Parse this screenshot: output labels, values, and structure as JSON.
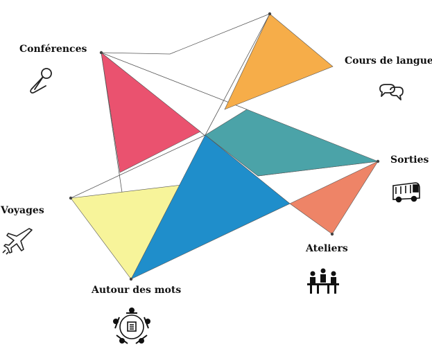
{
  "labels": {
    "conferences": "Conférences",
    "cours": "Cours de langues",
    "sorties": "Sorties",
    "voyages": "Voyages",
    "ateliers": "Ateliers",
    "autour": "Autour des mots"
  },
  "colors": {
    "conferences": "#EA526F",
    "cours": "#F6AD49",
    "sorties": "#4BA3A8",
    "ateliers": "#EE8467",
    "voyages": "#F7F49A",
    "autour": "#1F8ECB",
    "line": "#555555"
  },
  "icons": {
    "conferences": "microphone-icon",
    "cours": "speech-bubbles-icon",
    "sorties": "bus-icon",
    "voyages": "airplane-icon",
    "ateliers": "meeting-table-icon",
    "autour": "group-circle-icon"
  }
}
